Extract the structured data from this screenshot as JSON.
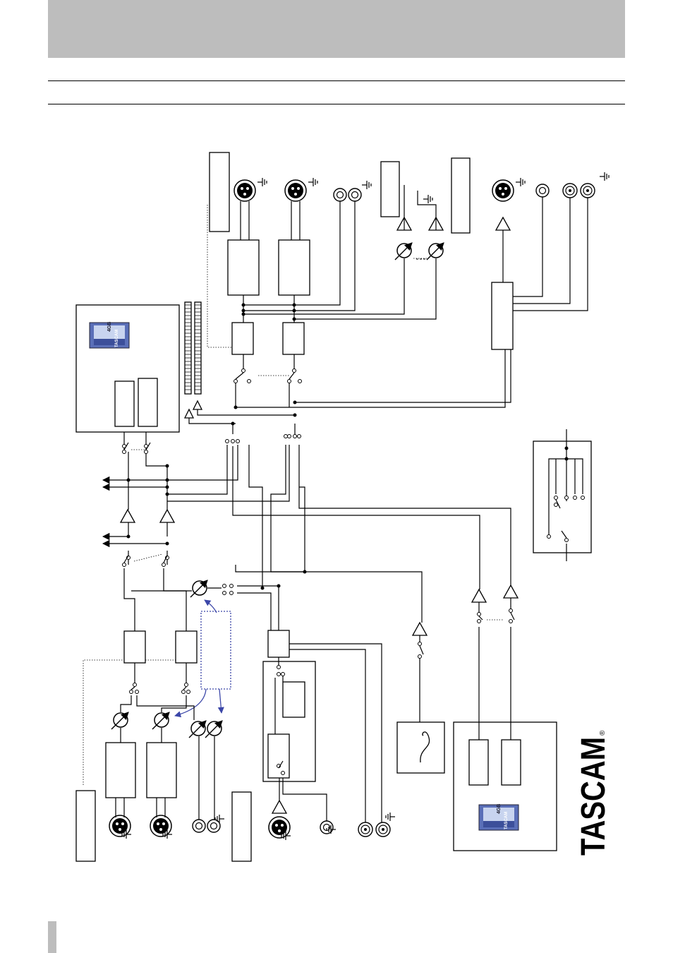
{
  "brand": {
    "name": "TASCAM",
    "registered_mark": "®",
    "card_label": "TASCAM",
    "card_capacity": "4GB"
  },
  "colors": {
    "header_band": "#bdbdbd",
    "line": "#000000",
    "control_arrow": "#3b46a8",
    "control_box": "#3b46a8"
  },
  "icons": [
    "xlr-connector-icon",
    "rca-connector-icon",
    "bnc-connector-icon",
    "ground-symbol-icon",
    "amplifier-triangle-icon",
    "volume-knob-icon",
    "switch-icon",
    "sine-wave-icon",
    "cf-card-icon",
    "level-meter-icon"
  ]
}
